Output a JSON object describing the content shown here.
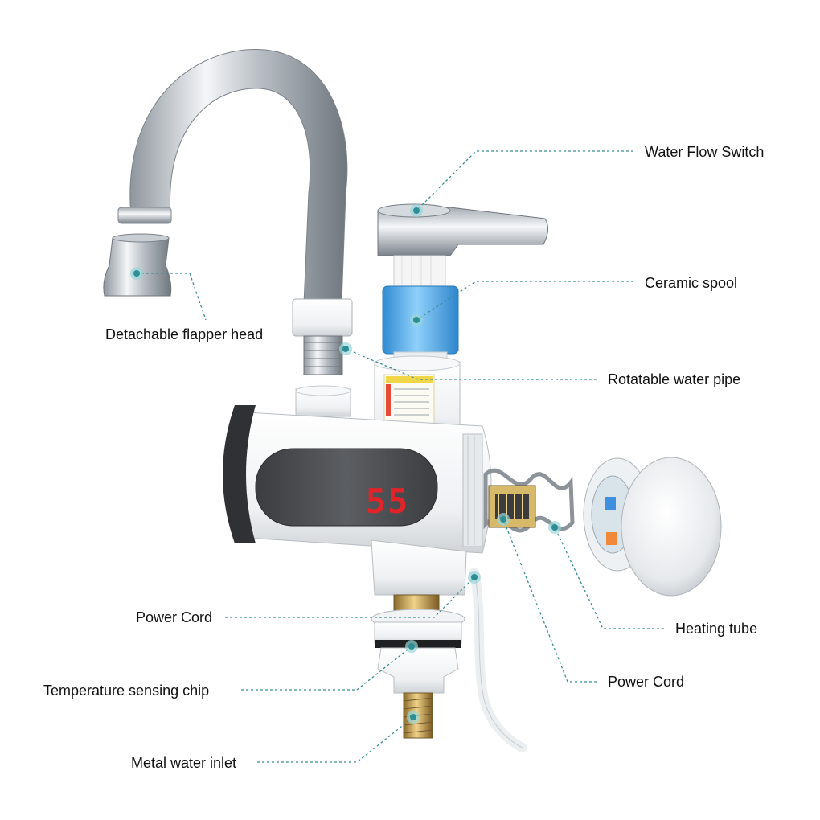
{
  "labels": {
    "water_flow_switch": "Water Flow Switch",
    "ceramic_spool": "Ceramic spool",
    "rotatable_water_pipe": "Rotatable water pipe",
    "detachable_flapper_head": "Detachable flapper head",
    "heating_tube": "Heating tube",
    "power_cord_right": "Power Cord",
    "power_cord_left": "Power Cord",
    "temperature_sensing_chip": "Temperature sensing chip",
    "metal_water_inlet": "Metal water inlet"
  },
  "display": {
    "reading": "55"
  },
  "colors": {
    "leader": "#3a8f93",
    "dot": "#2d8f95",
    "display_digits": "#e0242a",
    "spool_blue": "#4aa8e6"
  }
}
